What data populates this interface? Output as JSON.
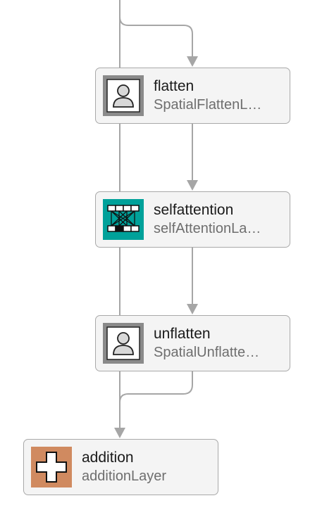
{
  "nodes": {
    "flatten": {
      "name": "flatten",
      "type": "SpatialFlattenL…",
      "icon": "person-silhouette-icon",
      "icon_color": "#8a8a8a"
    },
    "selfattention": {
      "name": "selfattention",
      "type": "selfAttentionLa…",
      "icon": "attention-network-icon",
      "icon_color": "#00a19a"
    },
    "unflatten": {
      "name": "unflatten",
      "type": "SpatialUnflatte…",
      "icon": "person-silhouette-icon",
      "icon_color": "#8a8a8a"
    },
    "addition": {
      "name": "addition",
      "type": "additionLayer",
      "icon": "plus-icon",
      "icon_color": "#d08a60"
    }
  },
  "colors": {
    "edge": "#a6a6a6",
    "node_fill": "#f4f4f4",
    "node_border": "#a9a9a9"
  }
}
